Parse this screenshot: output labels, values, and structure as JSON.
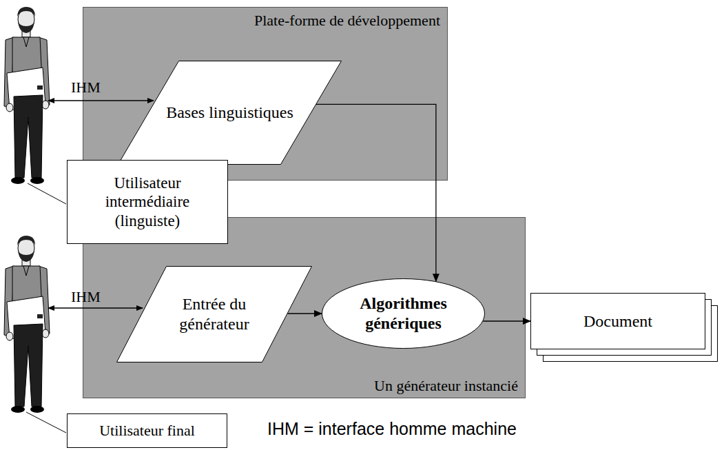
{
  "diagram": {
    "nodes": [
      {
        "text": [
          "Plate-forme de développement"
        ]
      },
      {
        "text": [
          "Bases linguistiques"
        ],
        "in": 0
      },
      {
        "text": [
          "Utilisateur intermédiaire (linguiste)"
        ]
      },
      {
        "text": [
          "Un générateur instancié"
        ]
      },
      {
        "text": [
          "Entrée du générateur"
        ],
        "in": 3
      },
      {
        "text": [
          "Algorithmes génériques"
        ],
        "in": 3
      },
      {
        "text": [
          "Document"
        ]
      },
      {
        "text": [
          "Utilisateur final"
        ]
      }
    ],
    "edges": [
      {
        "from": 1,
        "to": 5,
        "arrow": "to"
      },
      {
        "from": 4,
        "to": 5,
        "arrow": "to"
      },
      {
        "from": 5,
        "to": 6,
        "arrow": "to"
      }
    ],
    "labels": [
      "IHM",
      "IHM",
      "IHM = interface homme machine"
    ]
  }
}
